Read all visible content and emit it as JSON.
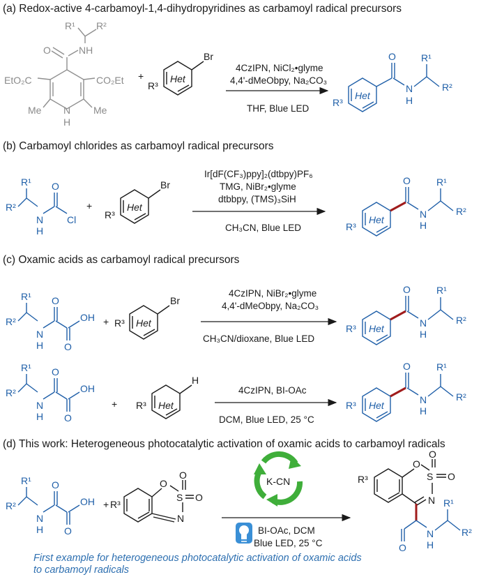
{
  "sections": {
    "a": {
      "title": "(a) Redox-active 4-carbamoyl-1,4-dihydropyridines as carbamoyl radical precursors",
      "cond1": "4CzIPN, NiCl₂•glyme",
      "cond2": "4,4'-dMeObpy, Na₂CO₃",
      "cond3": "THF, Blue LED"
    },
    "b": {
      "title": "(b) Carbamoyl chlorides as carbamoyl radical precursors",
      "cond1": "Ir[dF(CF₃)ppy]₂(dtbpy)PF₆",
      "cond2": "TMG, NiBr₂•glyme",
      "cond3": "dtbbpy, (TMS)₃SiH",
      "cond4": "CH₃CN, Blue LED"
    },
    "c": {
      "title": "(c) Oxamic acids as carbamoyl radical precursors",
      "cond1": "4CzIPN, NiBr₂•glyme",
      "cond2": "4,4'-dMeObpy, Na₂CO₃",
      "cond3": "CH₃CN/dioxane, Blue LED",
      "cond4": "4CzIPN, BI-OAc",
      "cond5": "DCM, Blue LED, 25 °C"
    },
    "d": {
      "title": "(d) This work: Heterogeneous photocatalytic activation of oxamic acids to carbamoyl radicals",
      "catalyst": "K-CN",
      "cond1": "BI-OAc, DCM",
      "cond2": "Blue LED, 25 °C",
      "note1": "First example for heterogeneous photocatalytic activation of oxamic acids",
      "note2": "to carbamoyl radicals"
    }
  },
  "atoms": {
    "R1": "R¹",
    "R2": "R²",
    "R3": "R³",
    "Het": "Het",
    "NH": "NH",
    "N": "N",
    "H": "H",
    "O": "O",
    "OH": "OH",
    "Br": "Br",
    "Cl": "Cl",
    "S": "S",
    "Me": "Me",
    "EtO2C": "EtO₂C",
    "CO2Et": "CO₂Et",
    "plus": "+"
  },
  "colors": {
    "molecule": "#1f5fa8",
    "new_bond": "#a01c1c",
    "reagent_gray": "#8a8a8a",
    "recycle_arrows": "#3fae3a",
    "note": "#2d6fb0"
  },
  "icons": [
    "recycle-arrows-icon",
    "light-bulb-icon"
  ]
}
